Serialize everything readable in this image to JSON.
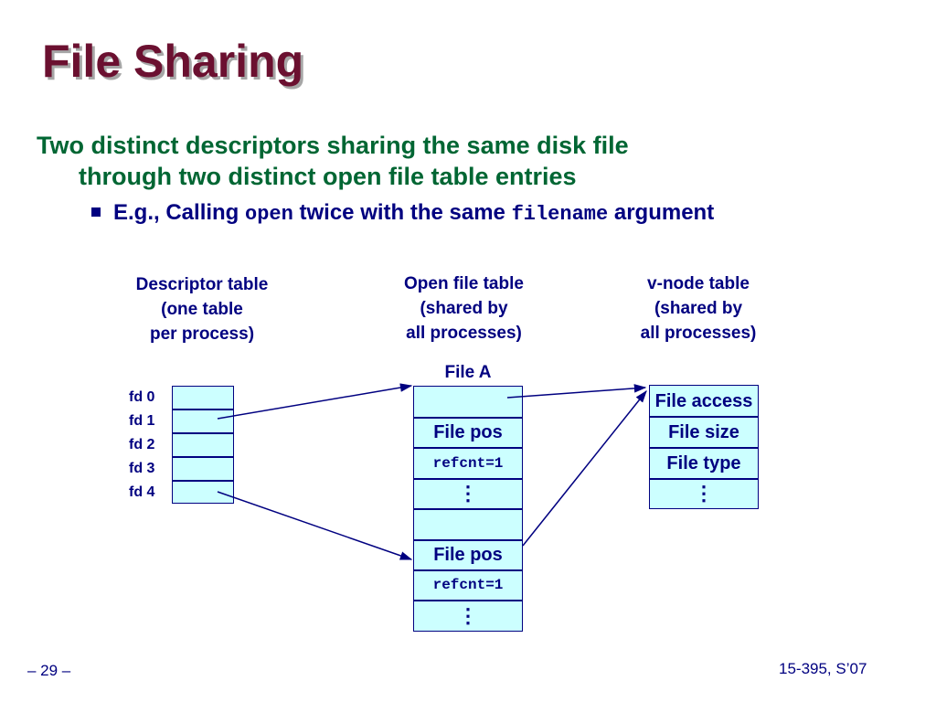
{
  "slide": {
    "title": "File Sharing",
    "bullet_line1": "Two distinct descriptors sharing the same disk file",
    "bullet_line2": "through two distinct open file table entries",
    "sub_prefix": "E.g., Calling ",
    "sub_code1": "open",
    "sub_mid": " twice with the same ",
    "sub_code2": "filename",
    "sub_suffix": " argument"
  },
  "headers": {
    "descriptor": "Descriptor table\n(one table\nper process)",
    "open_file": "Open file table\n(shared by\nall processes)",
    "vnode": "v-node table\n(shared by\nall processes)"
  },
  "descriptor_table": {
    "labels": [
      "fd 0",
      "fd 1",
      "fd 2",
      "fd 3",
      "fd 4"
    ]
  },
  "open_file_table": {
    "label": "File A",
    "entry1": {
      "pos": "File pos",
      "refcnt": "refcnt=1",
      "more": "⋮"
    },
    "entry2": {
      "pos": "File pos",
      "refcnt": "refcnt=1",
      "more": "⋮"
    }
  },
  "vnode_table": {
    "access": "File access",
    "size": "File size",
    "type": "File type",
    "more": "⋮"
  },
  "footer": {
    "page": "– 29 –",
    "course": "15-395, S’07"
  },
  "colors": {
    "title": "#6b1030",
    "bullet": "#006633",
    "text": "#000080",
    "cell_fill": "#ccffff"
  }
}
